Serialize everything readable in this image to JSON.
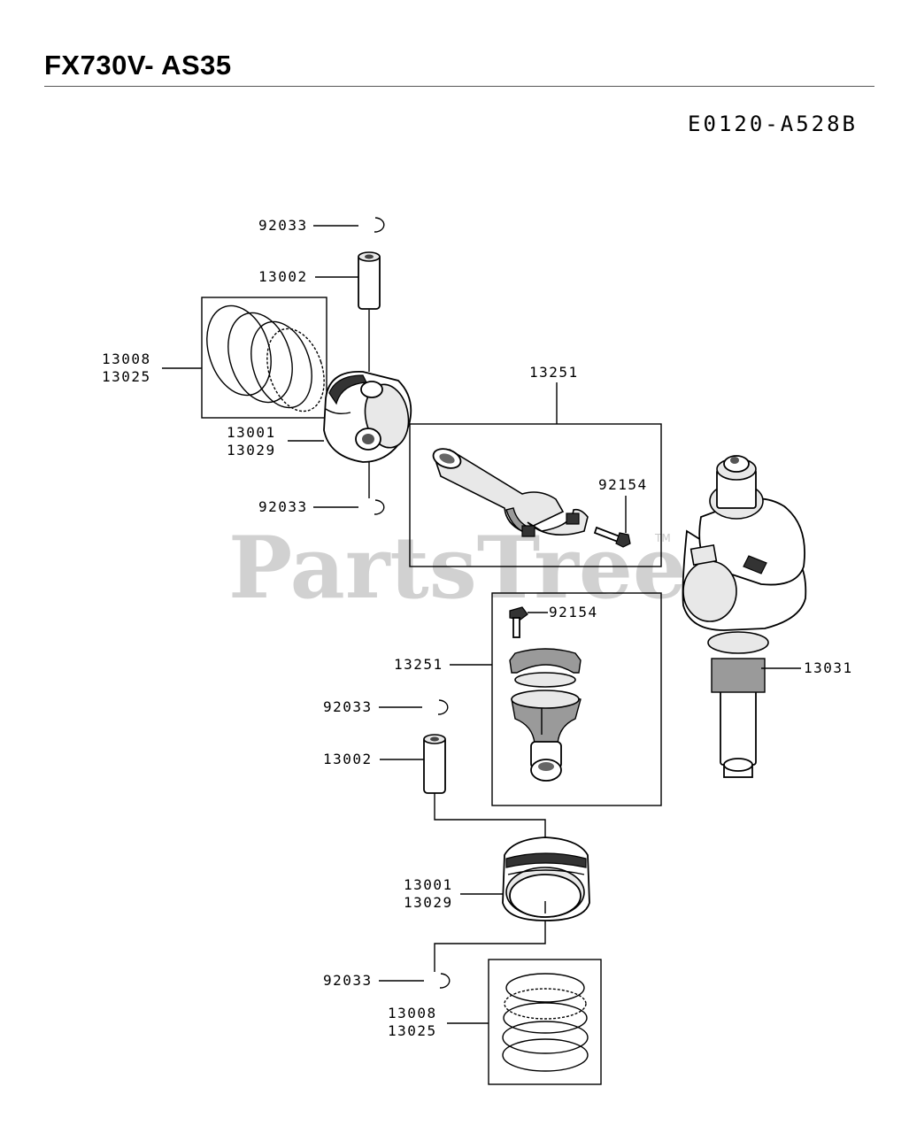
{
  "header": {
    "title": "FX730V- AS35",
    "diagram_code": "E0120-A528B"
  },
  "watermark": {
    "text": "PartsTree",
    "trademark": "TM"
  },
  "callouts": {
    "c1": "92033",
    "c2": "13002",
    "c3a": "13008",
    "c3b": "13025",
    "c4a": "13001",
    "c4b": "13029",
    "c5": "92033",
    "c6": "13251",
    "c7": "92154",
    "c8": "92154",
    "c9": "13251",
    "c10": "13031",
    "c11": "92033",
    "c12": "13002",
    "c13a": "13001",
    "c13b": "13029",
    "c14": "92033",
    "c15a": "13008",
    "c15b": "13025"
  }
}
